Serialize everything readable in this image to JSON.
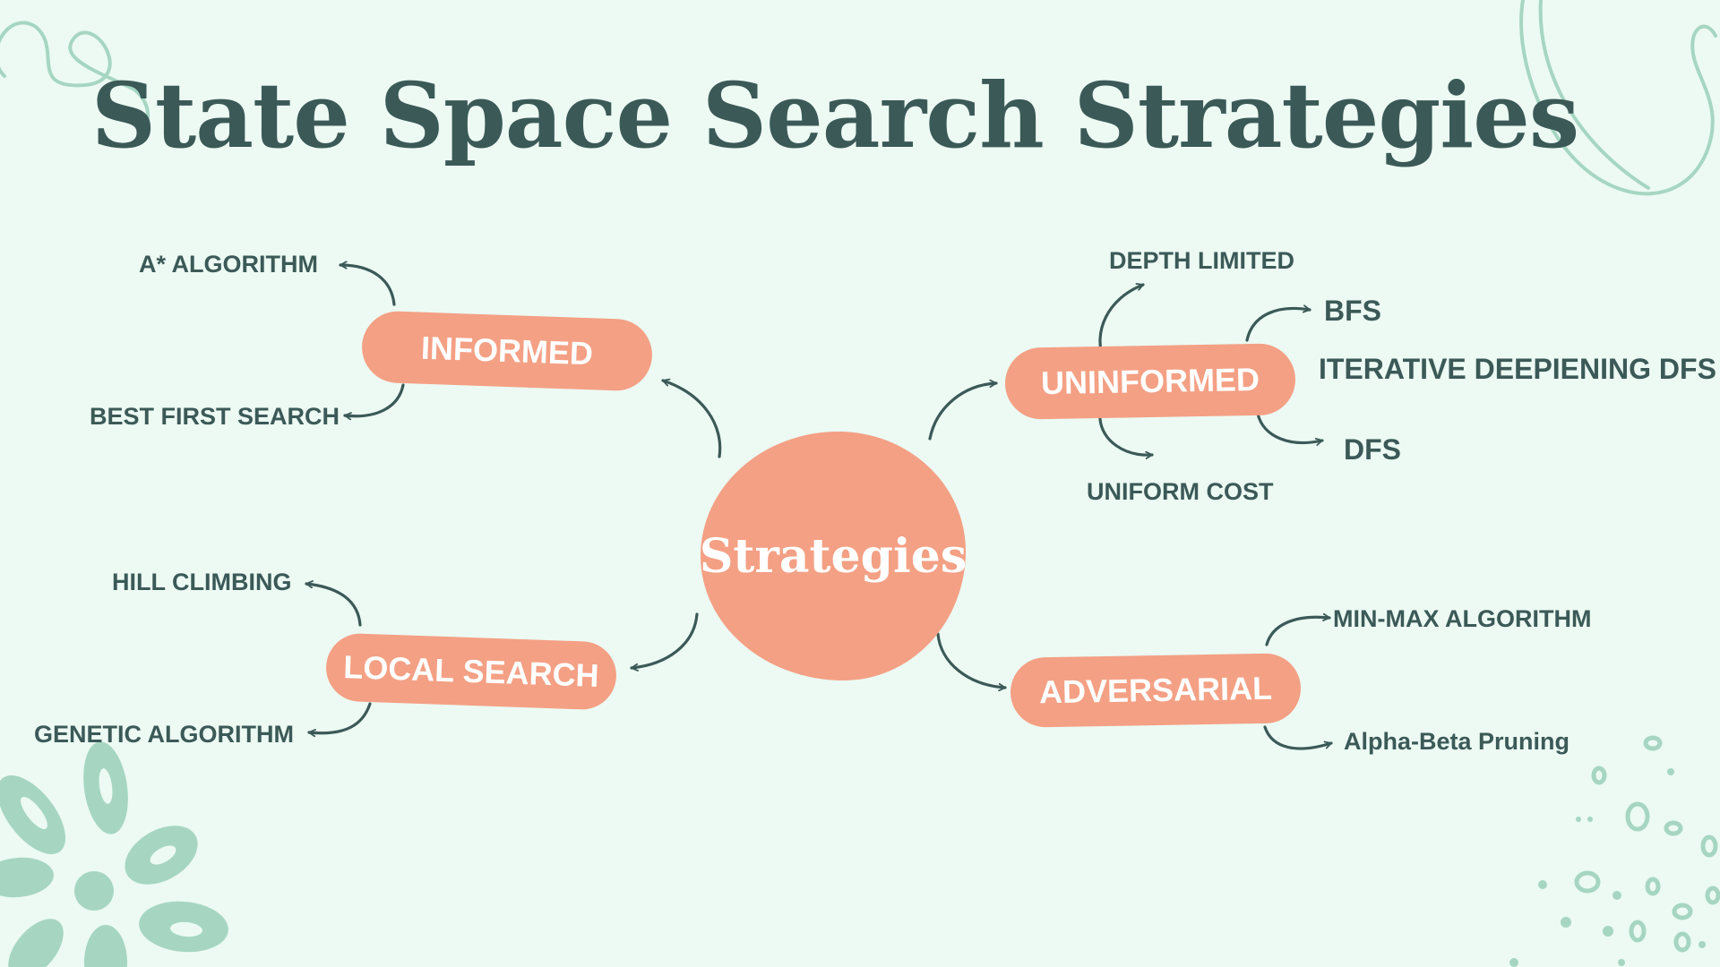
{
  "title": "State Space Search Strategies",
  "center": {
    "label": "Strategies"
  },
  "nodes": {
    "informed": {
      "label": "INFORMED",
      "children": [
        "A* ALGORITHM",
        "BEST FIRST SEARCH"
      ]
    },
    "uninformed": {
      "label": "UNINFORMED",
      "children": [
        "DEPTH LIMITED",
        "BFS",
        "ITERATIVE DEEPIENING DFS",
        "DFS",
        "UNIFORM COST"
      ]
    },
    "local_search": {
      "label": "LOCAL SEARCH",
      "children": [
        "HILL CLIMBING",
        "GENETIC ALGORITHM"
      ]
    },
    "adversarial": {
      "label": "ADVERSARIAL",
      "children": [
        "MIN-MAX ALGORITHM",
        "Alpha-Beta Pruning"
      ]
    }
  },
  "colors": {
    "background": "#ecfaf3",
    "node_fill": "#f4a084",
    "node_text": "#ffffff",
    "text": "#3b5957",
    "decoration": "#a6d6c2"
  }
}
